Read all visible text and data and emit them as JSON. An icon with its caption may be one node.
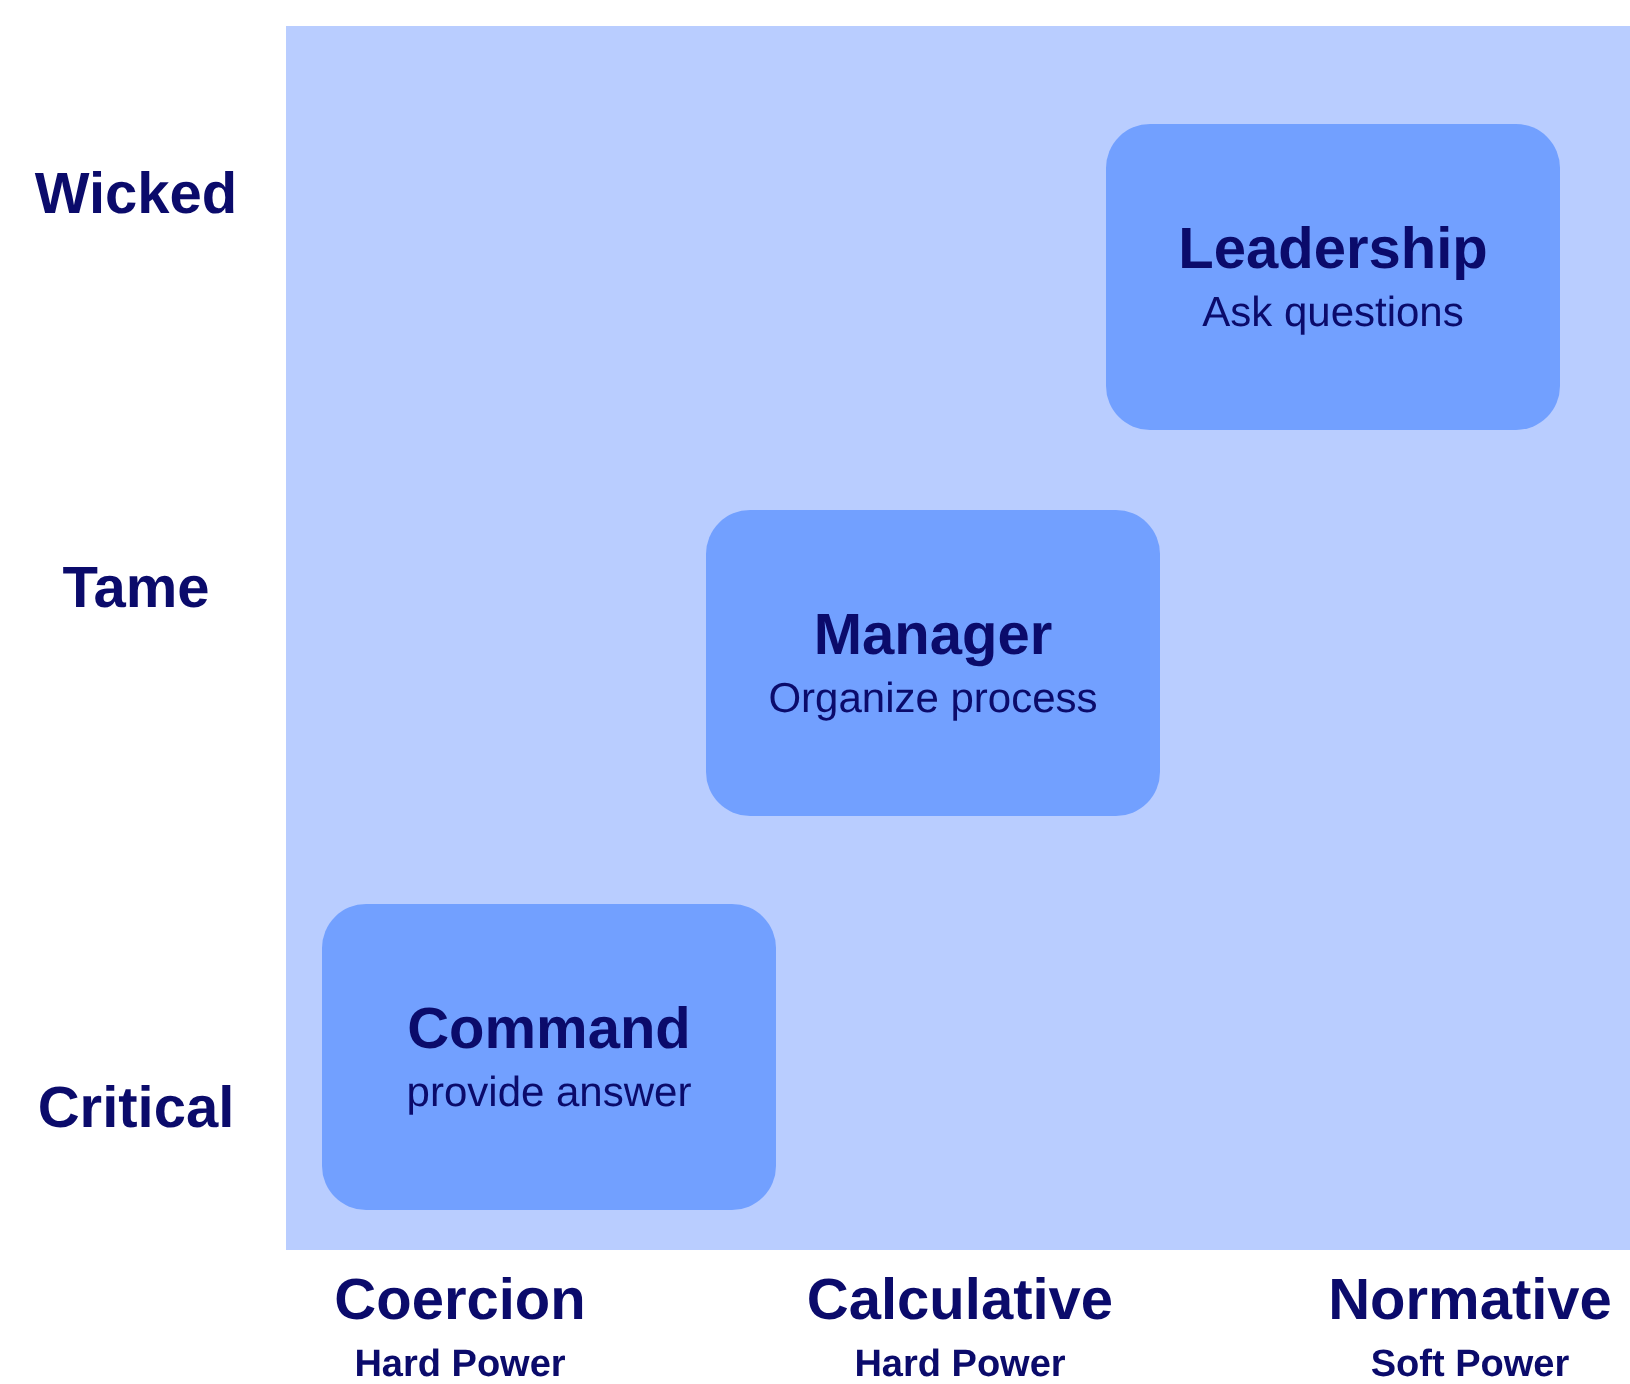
{
  "diagram": {
    "nodes": [
      {
        "text": [
          "Leadership",
          "Ask questions"
        ]
      },
      {
        "text": [
          "Manager",
          "Organize process"
        ]
      },
      {
        "text": [
          "Command",
          "provide answer"
        ]
      }
    ],
    "labels": [
      "Wicked",
      "Tame",
      "Critical",
      "Coercion",
      "Hard Power",
      "Calculative",
      "Hard Power",
      "Normative",
      "Soft Power"
    ]
  }
}
